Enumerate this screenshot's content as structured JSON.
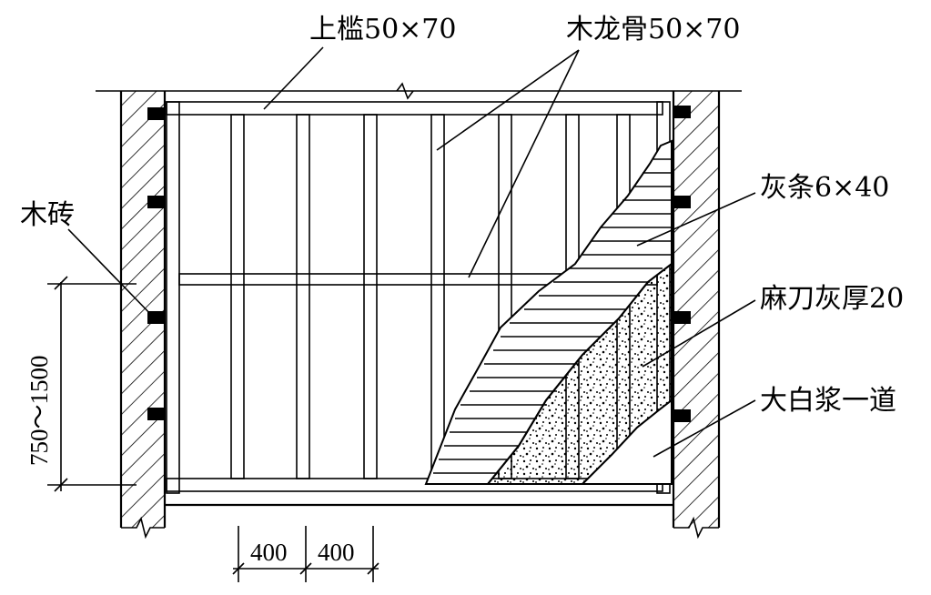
{
  "labels": {
    "top_rail": "上槛50×70",
    "stud": "木龙骨50×70",
    "wood_brick": "木砖",
    "lath": "灰条6×40",
    "plaster": "麻刀灰厚20",
    "whitewash": "大白浆一道",
    "vertical_spacing": "750～1500",
    "stud_spacing_1": "400",
    "stud_spacing_2": "400"
  }
}
